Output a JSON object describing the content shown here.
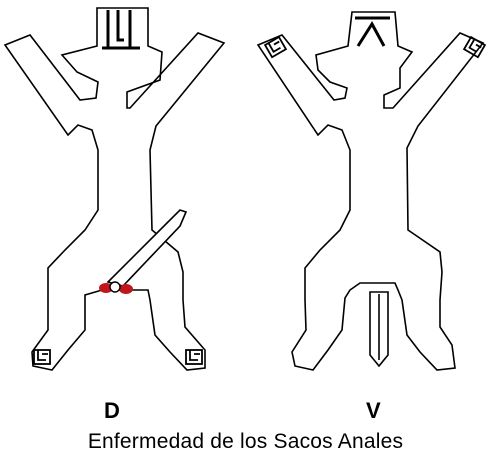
{
  "views": {
    "dorsal": {
      "label": "D"
    },
    "ventral": {
      "label": "V"
    }
  },
  "caption": "Enfermedad de los Sacos Anales",
  "colors": {
    "outline": "#000000",
    "gland": "#c0161b",
    "background": "#ffffff"
  }
}
